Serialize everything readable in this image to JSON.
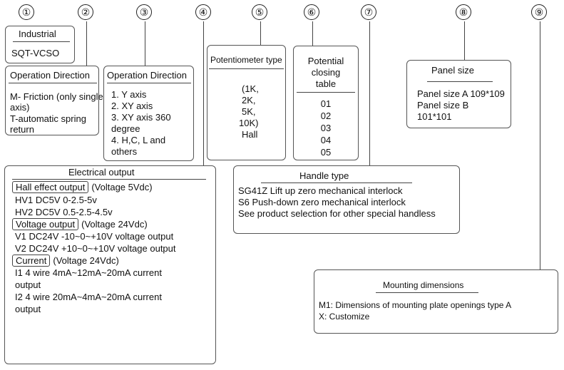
{
  "numbers": [
    "①",
    "②",
    "③",
    "④",
    "⑤",
    "⑥",
    "⑦",
    "⑧",
    "⑨"
  ],
  "industrial": {
    "title": "Industrial",
    "model": "SQT-VCSO"
  },
  "op_direction_1": {
    "title": "Operation Direction",
    "lines": [
      "M- Friction (only single",
      "axis)",
      "T-automatic spring",
      "return"
    ]
  },
  "op_direction_2": {
    "title": "Operation Direction",
    "lines": [
      "1. Y axis",
      "2. XY axis",
      "3. XY axis 360",
      "degree",
      "4. H,C, L and",
      "others"
    ]
  },
  "potentiometer": {
    "title": "Potentiometer type",
    "lines": [
      "(1K,",
      "2K,",
      "5K,",
      "10K)",
      "Hall"
    ]
  },
  "potential_table": {
    "title_lines": [
      "Potential",
      "closing",
      "table"
    ],
    "items": [
      "01",
      "02",
      "03",
      "04",
      "05"
    ]
  },
  "panel_size": {
    "title": "Panel size",
    "lines": [
      "Panel size A 109*109",
      "Panel size B",
      "101*101"
    ]
  },
  "electrical": {
    "title": "Electrical output",
    "hall_tag": "Hall effect output",
    "hall_voltage": "(Voltage 5Vdc)",
    "hv1": "HV1 DC5V 0-2.5-5v",
    "hv2": "HV2 DC5V 0.5-2.5-4.5v",
    "voltage_tag": "Voltage output",
    "voltage_voltage": "(Voltage 24Vdc)",
    "v1": "V1 DC24V -10~0~+10V voltage output",
    "v2": "V2 DC24V +10~0~+10V voltage output",
    "current_tag": "Current",
    "current_voltage": "(Voltage 24Vdc)",
    "i1a": "I1 4 wire 4mA~12mA~20mA current",
    "i1b": "output",
    "i2a": "I2 4 wire 20mA~4mA~20mA current",
    "i2b": "output"
  },
  "handle": {
    "title": "Handle type",
    "lines": [
      "SG41Z  Lift up zero mechanical interlock",
      "S6  Push-down zero mechanical interlock",
      "See product selection for other special handless"
    ]
  },
  "mounting": {
    "title": "Mounting dimensions",
    "lines": [
      "M1: Dimensions  of mounting  plate openings  type A",
      "X:  Customize"
    ]
  }
}
